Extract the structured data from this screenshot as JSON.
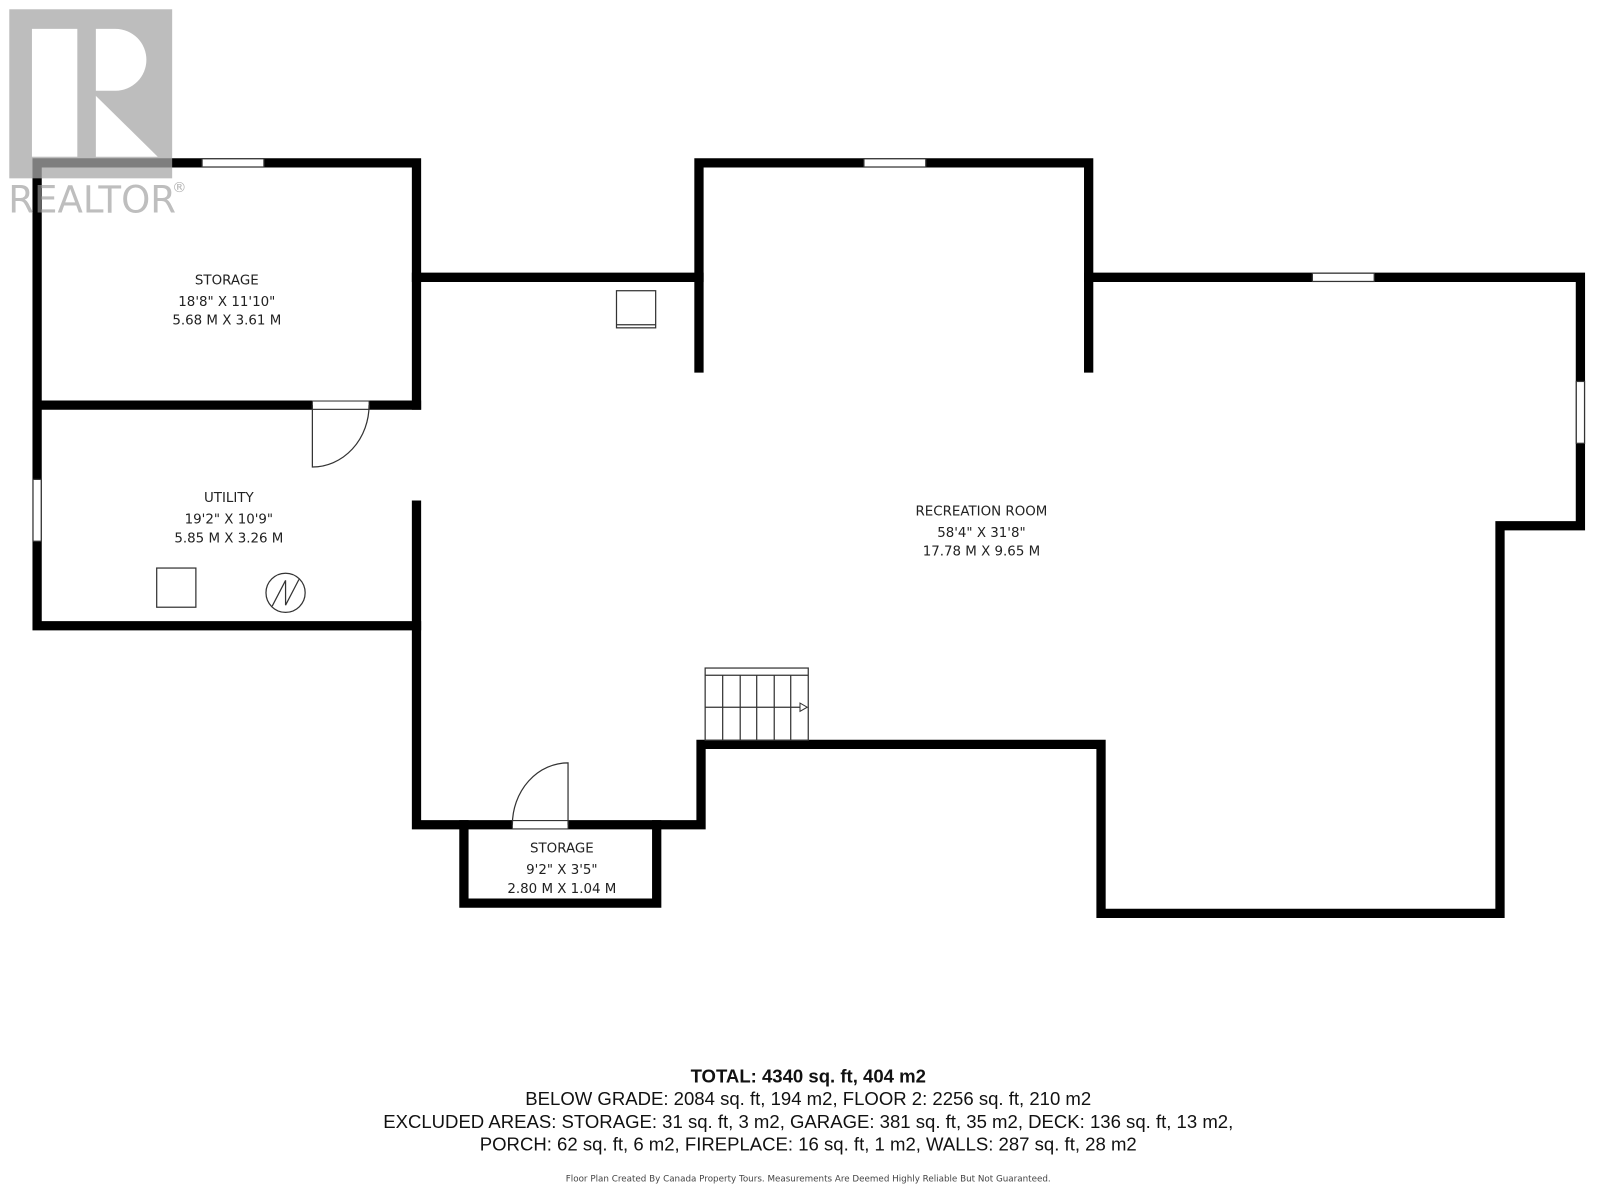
{
  "watermark": {
    "text": "REALTOR",
    "mark": "®"
  },
  "rooms": [
    {
      "name": "STORAGE",
      "imperial": "18'8\" X 11'10\"",
      "metric": "5.68 M X 3.61 M"
    },
    {
      "name": "UTILITY",
      "imperial": "19'2\" X 10'9\"",
      "metric": "5.85 M X 3.26 M"
    },
    {
      "name": "RECREATION ROOM",
      "imperial": "58'4\" X 31'8\"",
      "metric": "17.78 M X 9.65 M"
    },
    {
      "name": "STORAGE",
      "imperial": "9'2\" X 3'5\"",
      "metric": "2.80 M X 1.04 M"
    }
  ],
  "summary": {
    "total": "TOTAL: 4340 sq. ft, 404 m2",
    "line1": "BELOW GRADE: 2084 sq. ft, 194 m2, FLOOR 2: 2256 sq. ft, 210 m2",
    "line2": "EXCLUDED AREAS: STORAGE: 31 sq. ft, 3 m2, GARAGE: 381 sq. ft, 35 m2, DECK: 136 sq. ft, 13 m2,",
    "line3": "PORCH: 62 sq. ft, 6 m2, FIREPLACE: 16 sq. ft, 1 m2, WALLS: 287 sq. ft, 28 m2"
  },
  "footer": "Floor Plan Created By Canada Property Tours. Measurements Are Deemed Highly Reliable But Not Guaranteed."
}
